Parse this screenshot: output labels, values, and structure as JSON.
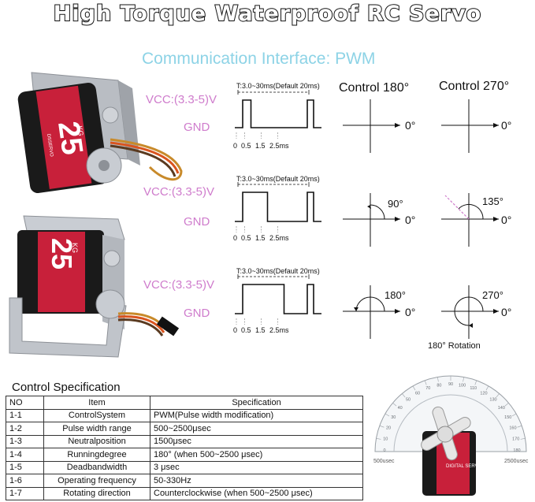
{
  "header": {
    "title": "High Torque Waterproof RC Servo",
    "subtitle": "Communication Interface: PWM"
  },
  "colors": {
    "pink_label": "#cf7ccc",
    "subtitle_cyan": "#8dd3e6",
    "servo_red": "#c8203a",
    "servo_black": "#1a1a1a"
  },
  "servo_label": {
    "big": "25",
    "unit": "KG",
    "text1": "DSSERVO",
    "text2": "DIGITAL SERVO"
  },
  "waveforms": {
    "vcc_label": "VCC:(3.3-5)V",
    "gnd_label": "GND",
    "period_label": "T:3.0~30ms(Default 20ms)",
    "period_label_alt": "T:3.0~30ms(Default 20ms)",
    "ticks": [
      "0",
      "0.5",
      "1.5",
      "2.5ms"
    ],
    "rows": [
      {
        "pulse_ms": 0.5
      },
      {
        "pulse_ms": 1.5
      },
      {
        "pulse_ms": 2.5
      }
    ]
  },
  "control": {
    "head_180": "Control 180°",
    "head_270": "Control 270°",
    "zero": "0°",
    "angles_180": [
      "",
      "90°",
      "180°"
    ],
    "angles_270": [
      "",
      "135°",
      "270°"
    ],
    "rotation_caption": "180° Rotation"
  },
  "spec": {
    "title": "Control Specification",
    "columns": [
      "NO",
      "Item",
      "Specification"
    ],
    "rows": [
      [
        "1-1",
        "ControlSystem",
        "PWM(Pulse width modification)"
      ],
      [
        "1-2",
        "Pulse width range",
        "500~2500μsec"
      ],
      [
        "1-3",
        "Neutralposition",
        "1500μsec"
      ],
      [
        "1-4",
        "Runningdegree",
        "180° (when 500~2500 μsec)"
      ],
      [
        "1-5",
        "Deadbandwidth",
        "3 μsec"
      ],
      [
        "1-6",
        "Operating frequency",
        "50-330Hz"
      ],
      [
        "1-7",
        "Rotating direction",
        "Counterclockwise (when 500~2500 μsec)"
      ]
    ]
  },
  "protractor": {
    "left_label": "500usec",
    "right_label": "2500usec",
    "scale_labels": [
      "0",
      "10",
      "20",
      "30",
      "40",
      "50",
      "60",
      "70",
      "80",
      "90",
      "100",
      "110",
      "120",
      "130",
      "140",
      "150",
      "160",
      "170",
      "180"
    ]
  }
}
